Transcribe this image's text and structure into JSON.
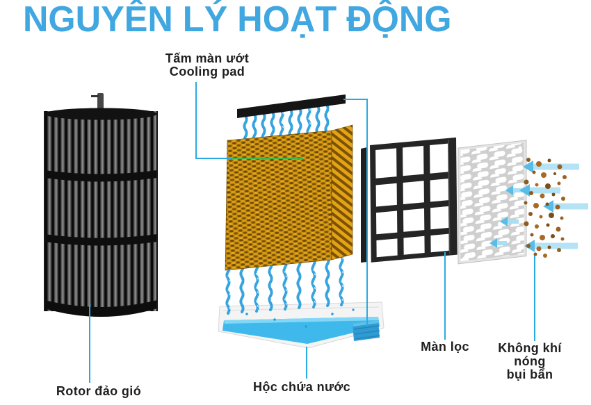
{
  "title": {
    "text": "NGUYÊN LÝ HOẠT ĐỘNG"
  },
  "labels": {
    "cooling_pad": {
      "line1": "Tấm màn ướt",
      "line2": "Cooling pad"
    },
    "rotor": {
      "text": "Rotor đảo gió"
    },
    "water_tank": {
      "text": "Hộc chứa nước"
    },
    "filter": {
      "text": "Màn lọc"
    },
    "hot_air": {
      "line1": "Không khí",
      "line2": "nóng",
      "line3": "bụi bẩn"
    }
  },
  "colors": {
    "title_text": "#41A7E0",
    "label_text": "#1F1F1F",
    "leader_line": "#29ABE2",
    "pad_leader_overlay_green": "#3CB54A",
    "cooling_pad_gold": "#C98E10",
    "water_blue": "#3FB9EC",
    "machine_black": "#202020",
    "filter_gray": "#CFCFCF",
    "dust_brown": "#8F5A1D",
    "airflow_arrow_cyan": "#9ED9F2"
  }
}
